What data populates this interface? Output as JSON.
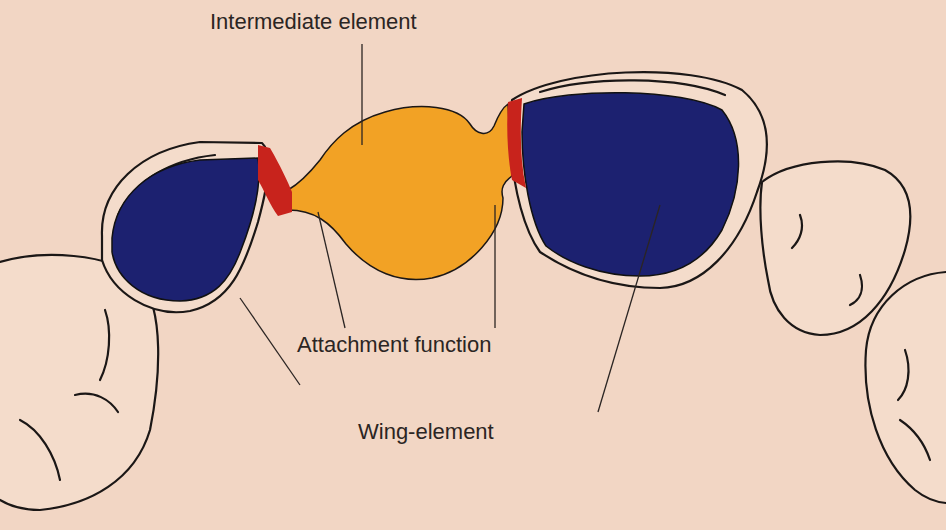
{
  "diagram": {
    "labels": [
      "Intermediate element",
      "Attachment function",
      "Wing-element"
    ]
  }
}
